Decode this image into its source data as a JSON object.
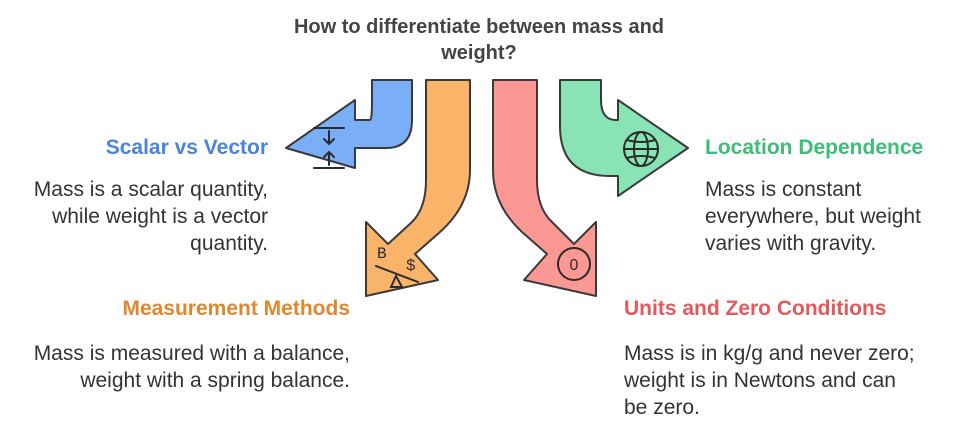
{
  "title": "How to differentiate between mass and weight?",
  "sections": [
    {
      "heading": "Scalar vs Vector",
      "text": "Mass is a scalar quantity, while weight is a vector quantity.",
      "color": "#4a84d8",
      "arrow_color": "#7aaef7",
      "icon": "arrows-between-lines-icon"
    },
    {
      "heading": "Measurement Methods",
      "text": "Mass is measured with a balance, weight with a spring balance.",
      "color": "#e0882f",
      "arrow_color": "#fab46a",
      "icon": "balance-scale-icon"
    },
    {
      "heading": "Location Dependence",
      "text": "Mass is constant everywhere, but weight varies with gravity.",
      "color": "#3dbd78",
      "arrow_color": "#88e4b4",
      "icon": "globe-icon"
    },
    {
      "heading": "Units and Zero Conditions",
      "text": "Mass is in kg/g and never zero; weight is in Newtons and can be zero.",
      "color": "#e35a5a",
      "arrow_color": "#fb9894",
      "icon": "zero-circle-icon"
    }
  ],
  "icon_labels": {
    "balance_left": "B",
    "balance_right": "$",
    "zero": "0"
  }
}
